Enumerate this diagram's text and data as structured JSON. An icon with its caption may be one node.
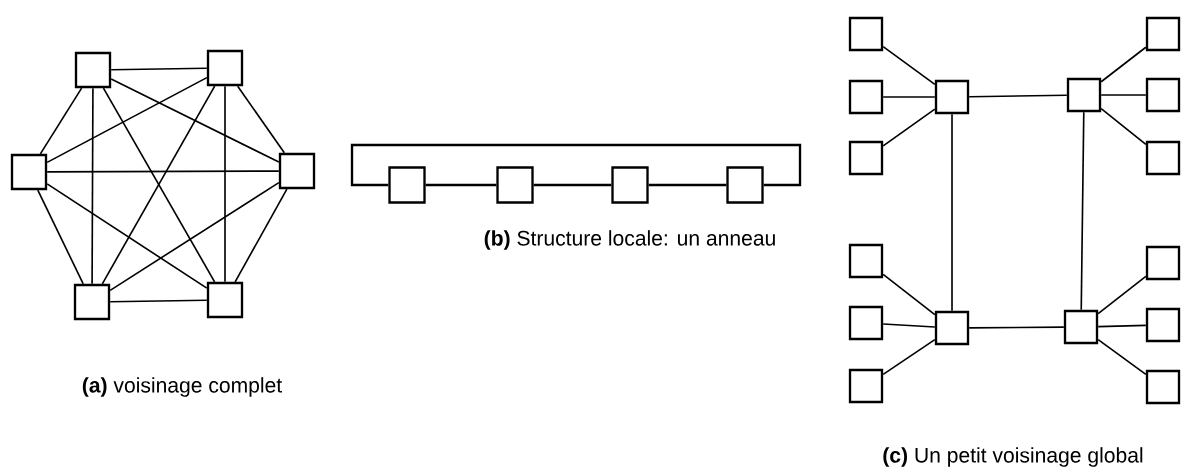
{
  "diagram": {
    "nodes": [
      {
        "text": [],
        "shape": "box"
      },
      {
        "text": [],
        "shape": "box"
      },
      {
        "text": [],
        "shape": "box"
      },
      {
        "text": [],
        "shape": "box"
      },
      {
        "text": [],
        "shape": "box"
      },
      {
        "text": [],
        "shape": "box"
      },
      {
        "text": [],
        "shape": "box"
      },
      {
        "text": [],
        "shape": "box"
      },
      {
        "text": [],
        "shape": "box"
      },
      {
        "text": [],
        "shape": "box"
      },
      {
        "text": [],
        "shape": "box"
      },
      {
        "text": [],
        "shape": "box"
      },
      {
        "text": [],
        "shape": "box"
      },
      {
        "text": [],
        "shape": "box"
      },
      {
        "text": [],
        "shape": "box"
      },
      {
        "text": [],
        "shape": "box"
      },
      {
        "text": [],
        "shape": "box"
      },
      {
        "text": [],
        "shape": "box"
      },
      {
        "text": [],
        "shape": "box"
      },
      {
        "text": [],
        "shape": "box"
      },
      {
        "text": [],
        "shape": "box"
      },
      {
        "text": [],
        "shape": "box"
      },
      {
        "text": [],
        "shape": "box"
      },
      {
        "text": [],
        "shape": "box"
      },
      {
        "text": [],
        "shape": "box"
      },
      {
        "text": [],
        "shape": "box"
      }
    ],
    "edges": [
      {
        "from": 0,
        "to": 1,
        "arrow": "none"
      },
      {
        "from": 0,
        "to": 2,
        "arrow": "none"
      },
      {
        "from": 0,
        "to": 3,
        "arrow": "none"
      },
      {
        "from": 0,
        "to": 4,
        "arrow": "none"
      },
      {
        "from": 0,
        "to": 5,
        "arrow": "none"
      },
      {
        "from": 1,
        "to": 2,
        "arrow": "none"
      },
      {
        "from": 1,
        "to": 3,
        "arrow": "none"
      },
      {
        "from": 1,
        "to": 4,
        "arrow": "none"
      },
      {
        "from": 1,
        "to": 5,
        "arrow": "none"
      },
      {
        "from": 2,
        "to": 3,
        "arrow": "none"
      },
      {
        "from": 2,
        "to": 4,
        "arrow": "none"
      },
      {
        "from": 2,
        "to": 5,
        "arrow": "none"
      },
      {
        "from": 3,
        "to": 4,
        "arrow": "none"
      },
      {
        "from": 3,
        "to": 5,
        "arrow": "none"
      },
      {
        "from": 4,
        "to": 5,
        "arrow": "none"
      },
      {
        "from": 6,
        "to": 7,
        "arrow": "none"
      },
      {
        "from": 7,
        "to": 8,
        "arrow": "none"
      },
      {
        "from": 8,
        "to": 9,
        "arrow": "none"
      },
      {
        "from": 9,
        "to": 6,
        "arrow": "none"
      },
      {
        "from": 10,
        "to": 13,
        "arrow": "none"
      },
      {
        "from": 11,
        "to": 13,
        "arrow": "none"
      },
      {
        "from": 12,
        "to": 13,
        "arrow": "none"
      },
      {
        "from": 13,
        "to": 14,
        "arrow": "none"
      },
      {
        "from": 14,
        "to": 15,
        "arrow": "none"
      },
      {
        "from": 14,
        "to": 16,
        "arrow": "none"
      },
      {
        "from": 14,
        "to": 17,
        "arrow": "none"
      },
      {
        "from": 13,
        "to": 21,
        "arrow": "none"
      },
      {
        "from": 14,
        "to": 22,
        "arrow": "none"
      },
      {
        "from": 18,
        "to": 21,
        "arrow": "none"
      },
      {
        "from": 19,
        "to": 21,
        "arrow": "none"
      },
      {
        "from": 20,
        "to": 21,
        "arrow": "none"
      },
      {
        "from": 21,
        "to": 22,
        "arrow": "none"
      },
      {
        "from": 22,
        "to": 23,
        "arrow": "none"
      },
      {
        "from": 22,
        "to": 24,
        "arrow": "none"
      },
      {
        "from": 22,
        "to": 25,
        "arrow": "none"
      }
    ],
    "labels": [
      "**(b)** Structure locale: un anneau",
      "**(a)** voisinage complet",
      "**(c)** Un petit voisinage global"
    ]
  }
}
